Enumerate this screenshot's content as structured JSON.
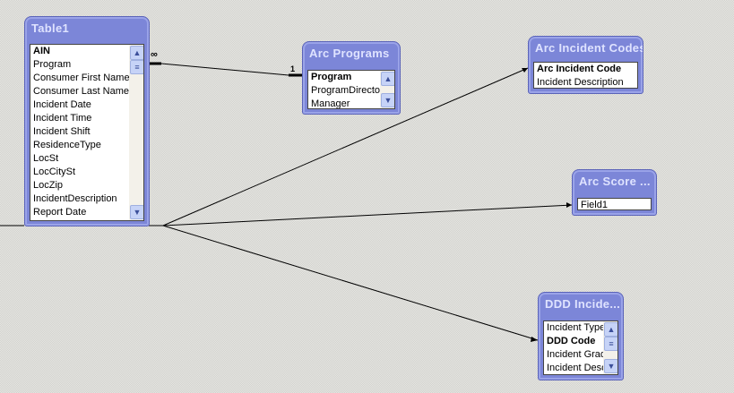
{
  "tables": [
    {
      "title": "Table1",
      "fields": [
        {
          "name": "AIN",
          "key": true
        },
        {
          "name": "Program"
        },
        {
          "name": "Consumer First Name"
        },
        {
          "name": "Consumer Last Name"
        },
        {
          "name": "Incident Date"
        },
        {
          "name": "Incident Time"
        },
        {
          "name": "Incident Shift"
        },
        {
          "name": "ResidenceType"
        },
        {
          "name": "LocSt"
        },
        {
          "name": "LocCitySt"
        },
        {
          "name": "LocZip"
        },
        {
          "name": "IncidentDescription"
        },
        {
          "name": "Report Date"
        }
      ]
    },
    {
      "title": "Arc Programs",
      "fields": [
        {
          "name": "Program",
          "key": true
        },
        {
          "name": "ProgramDirector"
        },
        {
          "name": "Manager"
        }
      ]
    },
    {
      "title": "Arc Incident Codes",
      "fields": [
        {
          "name": "Arc Incident Code",
          "key": true
        },
        {
          "name": "Incident Description"
        }
      ]
    },
    {
      "title": "Arc Score ...",
      "fields": [
        {
          "name": "Field1"
        }
      ]
    },
    {
      "title": "DDD Incide...",
      "fields": [
        {
          "name": "Incident Type"
        },
        {
          "name": "DDD Code",
          "key": true
        },
        {
          "name": "Incident Grad"
        },
        {
          "name": "Incident Desc"
        }
      ]
    }
  ],
  "relationship": {
    "many_symbol": "∞",
    "one_symbol": "1"
  },
  "icons": {
    "scroll_up": "▲",
    "scroll_down": "▼",
    "scroll_thumb": "≡"
  }
}
